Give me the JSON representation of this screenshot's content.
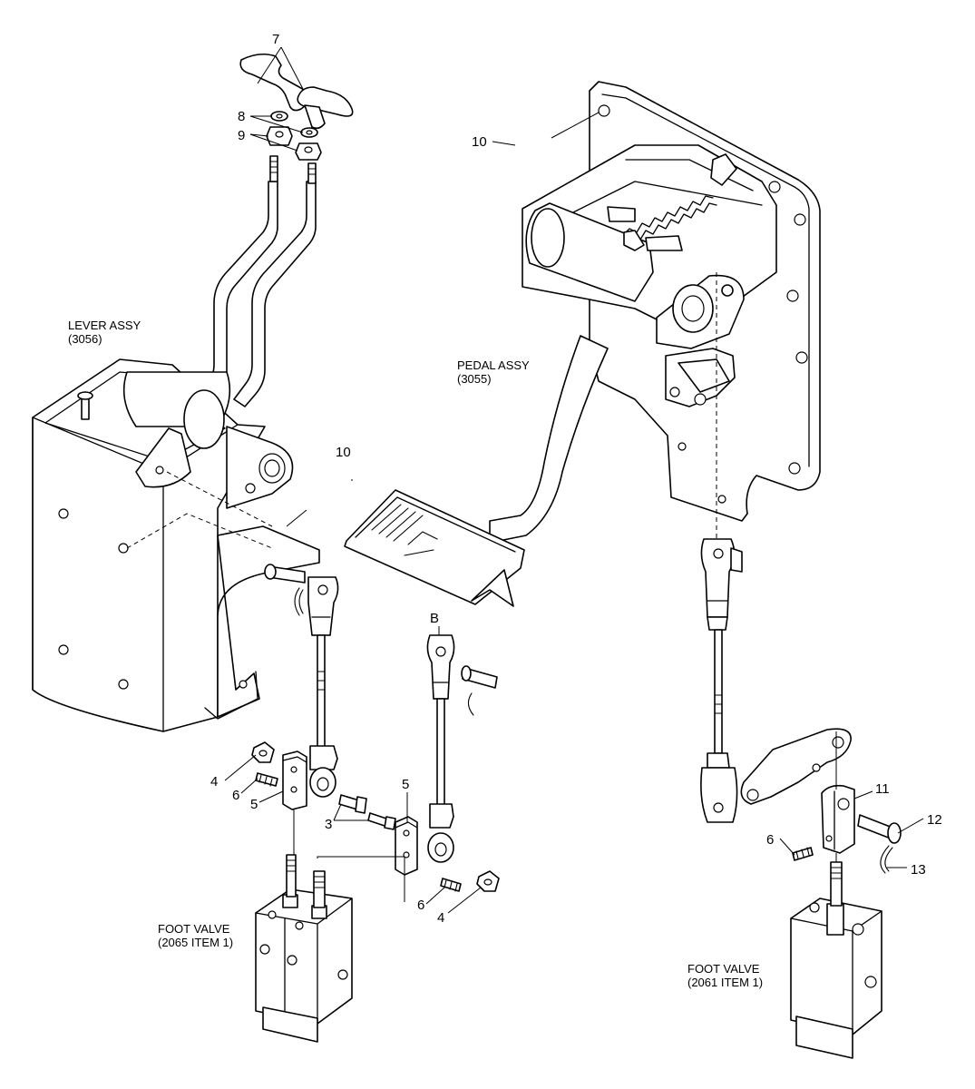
{
  "callouts": {
    "c7": "7",
    "c8": "8",
    "c9": "9",
    "c10_top": "10",
    "c10_mid": "10",
    "c4_left": "4",
    "c6_left": "6",
    "c5_left": "5",
    "c3": "3",
    "c5_mid": "5",
    "c6_mid": "6",
    "c4_mid": "4",
    "cB": "B",
    "c11": "11",
    "c12": "12",
    "c6_right": "6",
    "c13": "13"
  },
  "labels": {
    "lever_assy": "LEVER ASSY",
    "lever_assy_ref": "(3056)",
    "pedal_assy": "PEDAL ASSY",
    "pedal_assy_ref": "(3055)",
    "foot_valve_left": "FOOT VALVE",
    "foot_valve_left_ref": "(2065 ITEM 1)",
    "foot_valve_right": "FOOT VALVE",
    "foot_valve_right_ref": "(2061 ITEM 1)"
  }
}
